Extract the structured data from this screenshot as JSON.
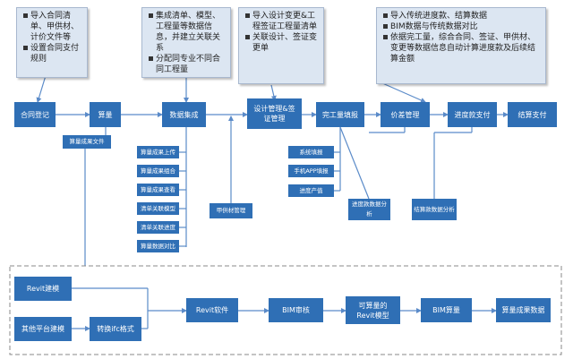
{
  "notes": [
    {
      "id": "contract",
      "items": [
        "导入合同清单、甲供材、计价文件等",
        "设置合同支付规则"
      ]
    },
    {
      "id": "integration",
      "items": [
        "集成清单、模型、工程量等数据信息，并建立关联关系",
        "分配同专业不同合同工程量"
      ]
    },
    {
      "id": "design",
      "items": [
        "导入设计变更&工程签证工程量清单",
        "关联设计、签证变更单"
      ]
    },
    {
      "id": "settlement",
      "items": [
        "导入传统进度款、结算数据",
        "BIM数据与传统数据对比",
        "依据完工量，综合合同、签证、甲供材、变更等数据信息自动计算进度款及后续结算金额"
      ]
    }
  ],
  "main_flow": [
    "合同登记",
    "算量",
    "数据集成",
    "设计管理&签证管理",
    "完工量填报",
    "价差管理",
    "进度款支付",
    "结算支付"
  ],
  "calc_output": "算量成果文件",
  "integration_subs": [
    "算量成果上传",
    "算量成果组合",
    "算量成果查看",
    "清单关联模型",
    "清单关联进度",
    "算量数据对比"
  ],
  "supplied_material": "甲供材管理",
  "fill_subs": [
    "系统填报",
    "手机APP填报",
    "进度产值"
  ],
  "progress_analysis": "进度款数据分析",
  "settlement_analysis": "结算款数据分析",
  "bim_flow": {
    "revit_model": "Revit建模",
    "other_model": "其他平台建模",
    "ifc_convert": "转换ifc格式",
    "revit_software": "Revit软件",
    "bim_review": "BIM审核",
    "calculable_model": "可算量的Revit模型",
    "bim_calc": "BIM算量",
    "calc_result": "算量成果数据"
  },
  "colors": {
    "box": "#2f6fb5",
    "note_bg": "#dce6f2",
    "line": "#5b8bc9"
  }
}
